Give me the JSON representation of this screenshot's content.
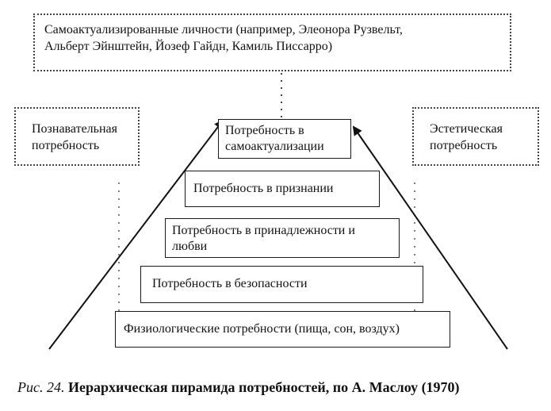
{
  "top_note": {
    "line1": "Самоактуализированные личности (например, Элеонора Рузвельт,",
    "line2": "Альберт Эйнштейн, Йозеф Гайдн, Камиль Писсарро)"
  },
  "side_needs": {
    "left": {
      "line1": "Познавательная",
      "line2": "потребность"
    },
    "right": {
      "line1": "Эстетическая",
      "line2": "потребность"
    }
  },
  "pyramid": {
    "self_actualization": {
      "line1": "Потребность в",
      "line2": "самоактуализации"
    },
    "esteem": "Потребность в признании",
    "belonging": {
      "line1": "Потребность в принадлежности и",
      "line2": "любви"
    },
    "safety": "Потребность в безопасности",
    "physiological": "Физиологические потребности (пища, сон, воздух)"
  },
  "caption": {
    "figure_label": "Рис. 24.",
    "title": "Иерархическая пирамида потребностей, по А. Маслоу (1970)"
  }
}
